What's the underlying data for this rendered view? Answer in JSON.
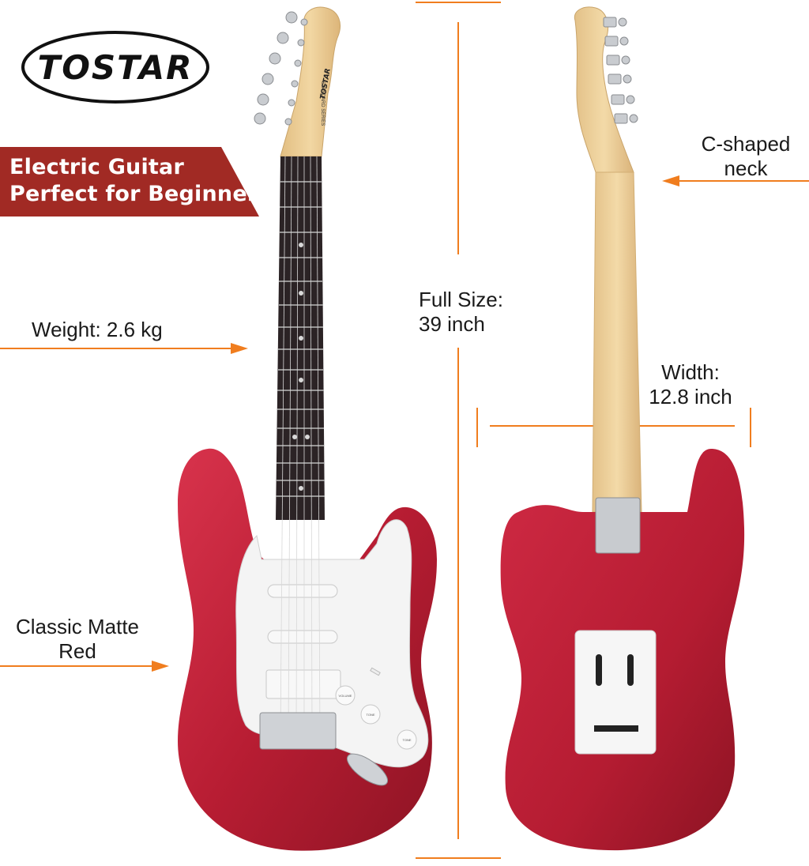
{
  "brand": {
    "logo_text": "TOSTAR",
    "headstock_series": "STANDARD SERIES"
  },
  "banner": {
    "line1": "Electric Guitar",
    "line2": "Perfect for Beginners"
  },
  "specs": {
    "weight": "Weight: 2.6 kg",
    "color_line1": "Classic Matte",
    "color_line2": "Red",
    "size_line1": "Full Size:",
    "size_line2": "39 inch",
    "neck_line1": "C-shaped",
    "neck_line2": "neck",
    "width_line1": "Width:",
    "width_line2": "12.8 inch"
  },
  "controls": {
    "volume": "VOLUME",
    "tone1": "TONE",
    "tone2": "TONE"
  },
  "colors": {
    "accent_orange": "#f07d1e",
    "banner_red": "#a12a24",
    "body_red": "#c3213a",
    "maple": "#e9c98f"
  }
}
